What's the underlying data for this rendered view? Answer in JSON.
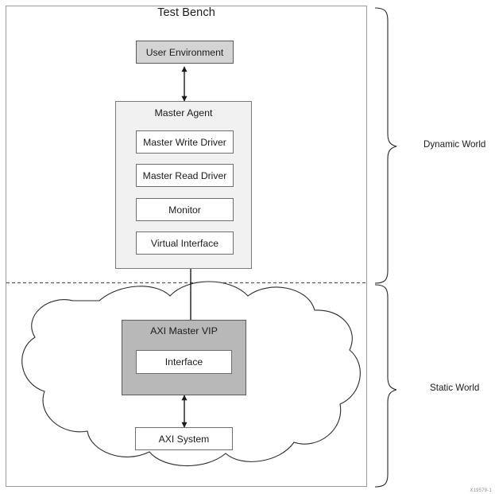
{
  "diagram": {
    "title": "Test Bench",
    "figure_id": "X19579-1",
    "colors": {
      "frame_border": "#9a9a9a",
      "node_border": "#6e6e6e",
      "shaded_fill": "#d4d4d4",
      "dark_fill": "#b8b8b8",
      "container_fill": "#f1f1f1",
      "stroke": "#1b1b1b",
      "text": "#1b1b1b"
    }
  },
  "nodes": {
    "user_environment": {
      "label": "User Environment"
    },
    "master_agent": {
      "label": "Master Agent"
    },
    "master_write_driver": {
      "label": "Master Write Driver"
    },
    "master_read_driver": {
      "label": "Master Read Driver"
    },
    "monitor": {
      "label": "Monitor"
    },
    "virtual_interface": {
      "label": "Virtual Interface"
    },
    "axi_master_vip": {
      "label": "AXI Master VIP"
    },
    "interface": {
      "label": "Interface"
    },
    "axi_system": {
      "label": "AXI System"
    }
  },
  "regions": {
    "dynamic_world": {
      "label": "Dynamic World"
    },
    "static_world": {
      "label": "Static World"
    }
  },
  "connections": [
    {
      "name": "user-env-to-master-agent",
      "from": "User Environment",
      "to": "Master Agent",
      "style": "double-arrow"
    },
    {
      "name": "virtual-interface-to-axi-master-vip",
      "from": "AXI Master VIP",
      "to": "Virtual Interface",
      "style": "single-arrow-up"
    },
    {
      "name": "axi-master-vip-to-interface",
      "from": "AXI Master VIP",
      "to": "Interface",
      "style": "single-arrow-down"
    },
    {
      "name": "axi-master-vip-to-axi-system",
      "from": "AXI Master VIP",
      "to": "AXI System",
      "style": "double-arrow"
    }
  ]
}
